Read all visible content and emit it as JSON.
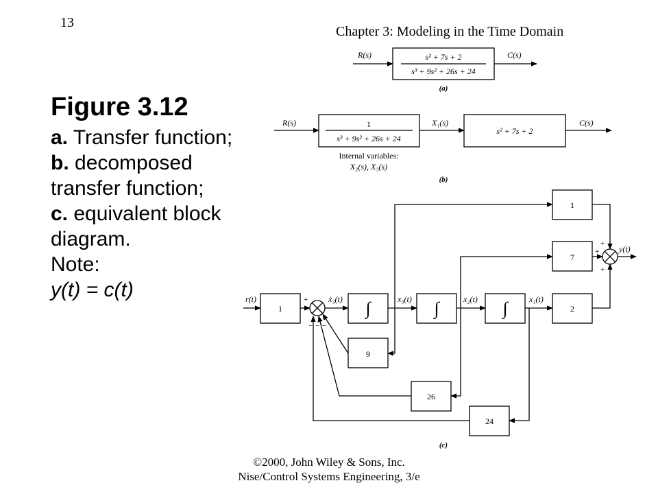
{
  "header": {
    "page_number": "13",
    "chapter": "Chapter 3: Modeling in the Time Domain"
  },
  "caption": {
    "title": "Figure 3.12",
    "a_label": "a.",
    "a_text": " Transfer function;",
    "b_label": "b.",
    "b_text": " decomposed transfer function;",
    "c_label": "c.",
    "c_text": " equivalent block diagram.",
    "note": "Note:",
    "note_eq": "y(t) = c(t)"
  },
  "footer": {
    "line1": "©2000, John Wiley & Sons, Inc.",
    "line2": "Nise/Control Systems Engineering, 3/e"
  },
  "diagram_a": {
    "input": "R(s)",
    "output": "C(s)",
    "numerator": "s² + 7s + 2",
    "denominator": "s³ + 9s² + 26s + 24",
    "tag": "(a)"
  },
  "diagram_b": {
    "input": "R(s)",
    "middle": "X₁(s)",
    "output": "C(s)",
    "block1_num": "1",
    "block1_den": "s³ + 9s² + 26s + 24",
    "block2": "s² + 7s + 2",
    "internal_title": "Internal variables:",
    "internal_vars": "X₂(s),  X₃(s)",
    "tag": "(b)"
  },
  "diagram_c": {
    "input": "r(t)",
    "output": "y(t)",
    "gain_in": "1",
    "integrator": "∫",
    "x3dot": "ẋ₃(t)",
    "x3": "x₃(t)",
    "x2": "x₂(t)",
    "x1": "x₁(t)",
    "gain_top": "1",
    "gain_mid": "7",
    "gain_low": "2",
    "fb_9": "9",
    "fb_26": "26",
    "fb_24": "24",
    "plus": "+",
    "minus": "−",
    "tag": "(c)"
  }
}
